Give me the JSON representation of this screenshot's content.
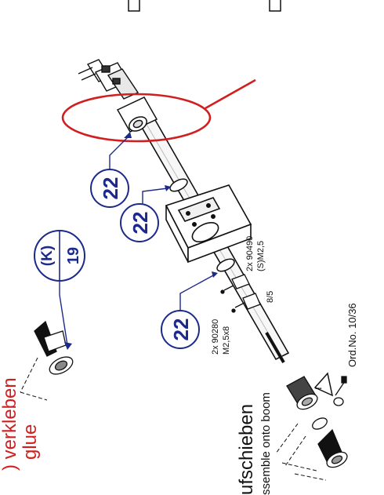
{
  "callouts": {
    "c1": "22",
    "c2": "22",
    "c3": "22",
    "k_top": "(K)",
    "k_bottom": "19"
  },
  "screws": {
    "a_qty": "2x 90490",
    "a_spec": "(S)M2,5",
    "b_qty": "2x 90280",
    "b_spec": "M2,5x8",
    "ratio": "8/5"
  },
  "order_no": "Ord.No. 10/36",
  "instructions": {
    "glue_de": ") verkleben",
    "glue_en": "glue",
    "assemble_de": "ufschieben",
    "assemble_en": "ssemble onto boom"
  },
  "colors": {
    "accent_red": "#d11f1f",
    "callout_blue": "#1c2a8c",
    "line": "#111111"
  }
}
